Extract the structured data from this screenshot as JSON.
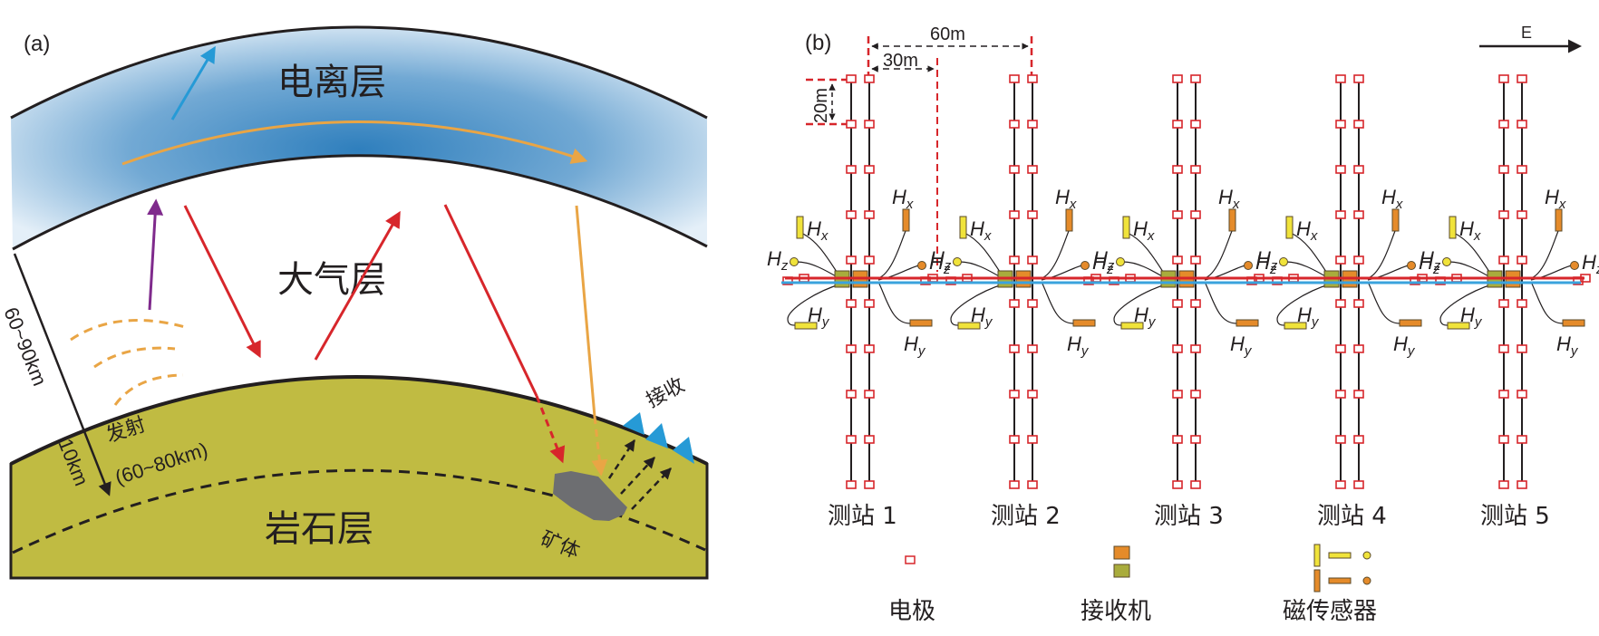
{
  "panel_a": {
    "label": "(a)",
    "layers": {
      "ionosphere": "电离层",
      "atmosphere": "大气层",
      "lithosphere": "岩石层"
    },
    "annotations": {
      "height_range": "60~90km",
      "depth": "10km",
      "transmit": "发射",
      "transmit_range": "(60~80km)",
      "receive": "接收",
      "ore_body": "矿体"
    },
    "colors": {
      "ionosphere_center": "#3a86c1",
      "ionosphere_edge": "#e3eef7",
      "lithosphere": "#c0bb42",
      "ore_body": "#6d6e71",
      "ray_red": "#d7262b",
      "ray_orange": "#e9a545",
      "ray_blue": "#269ad6",
      "ray_purple": "#7f2a8c",
      "receiver_blue": "#269ad6"
    }
  },
  "panel_b": {
    "label": "(b)",
    "direction_label": "E",
    "dimensions": {
      "station_spacing": "60m",
      "half_spacing": "30m",
      "electrode_spacing": "20m"
    },
    "sensor_labels": {
      "hx": "H",
      "hx_sub": "x",
      "hy": "H",
      "hy_sub": "y",
      "hz": "H",
      "hz_sub": "z"
    },
    "stations": [
      {
        "name": "测站",
        "number": "1"
      },
      {
        "name": "测站",
        "number": "2"
      },
      {
        "name": "测站",
        "number": "3"
      },
      {
        "name": "测站",
        "number": "4"
      },
      {
        "name": "测站",
        "number": "5"
      }
    ],
    "electrodes_per_line": 10,
    "legend": {
      "electrode": "电极",
      "receiver": "接收机",
      "magnetic_sensor": "磁传感器"
    },
    "colors": {
      "electrode": "#d7262b",
      "receiver_orange": "#e58b2a",
      "receiver_green": "#a9ac3c",
      "sensor_yellow": "#f0e33b",
      "sensor_orange": "#e58b2a",
      "line_red": "#d7262b",
      "line_blue": "#3aa3dd"
    }
  }
}
